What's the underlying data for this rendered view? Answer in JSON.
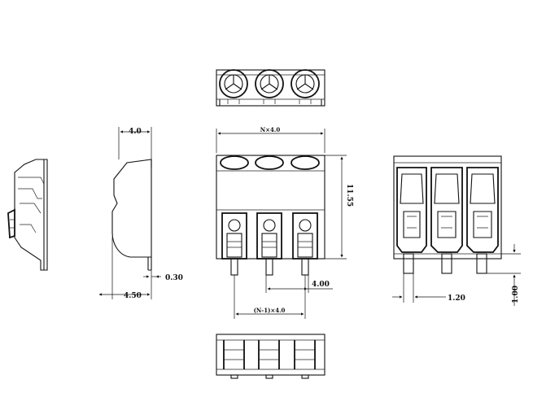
{
  "dimensions": {
    "width_top": "4.0",
    "width_bottom": "4.50",
    "plate": "0.30",
    "total_width": "N×4.0",
    "height": "11.55",
    "pin_spacing": "4.00",
    "pitch_formula": "(N-1)×4.0",
    "pin_width": "1.20",
    "pin_depth": "1.00"
  },
  "drawing": {
    "poles": 3
  }
}
